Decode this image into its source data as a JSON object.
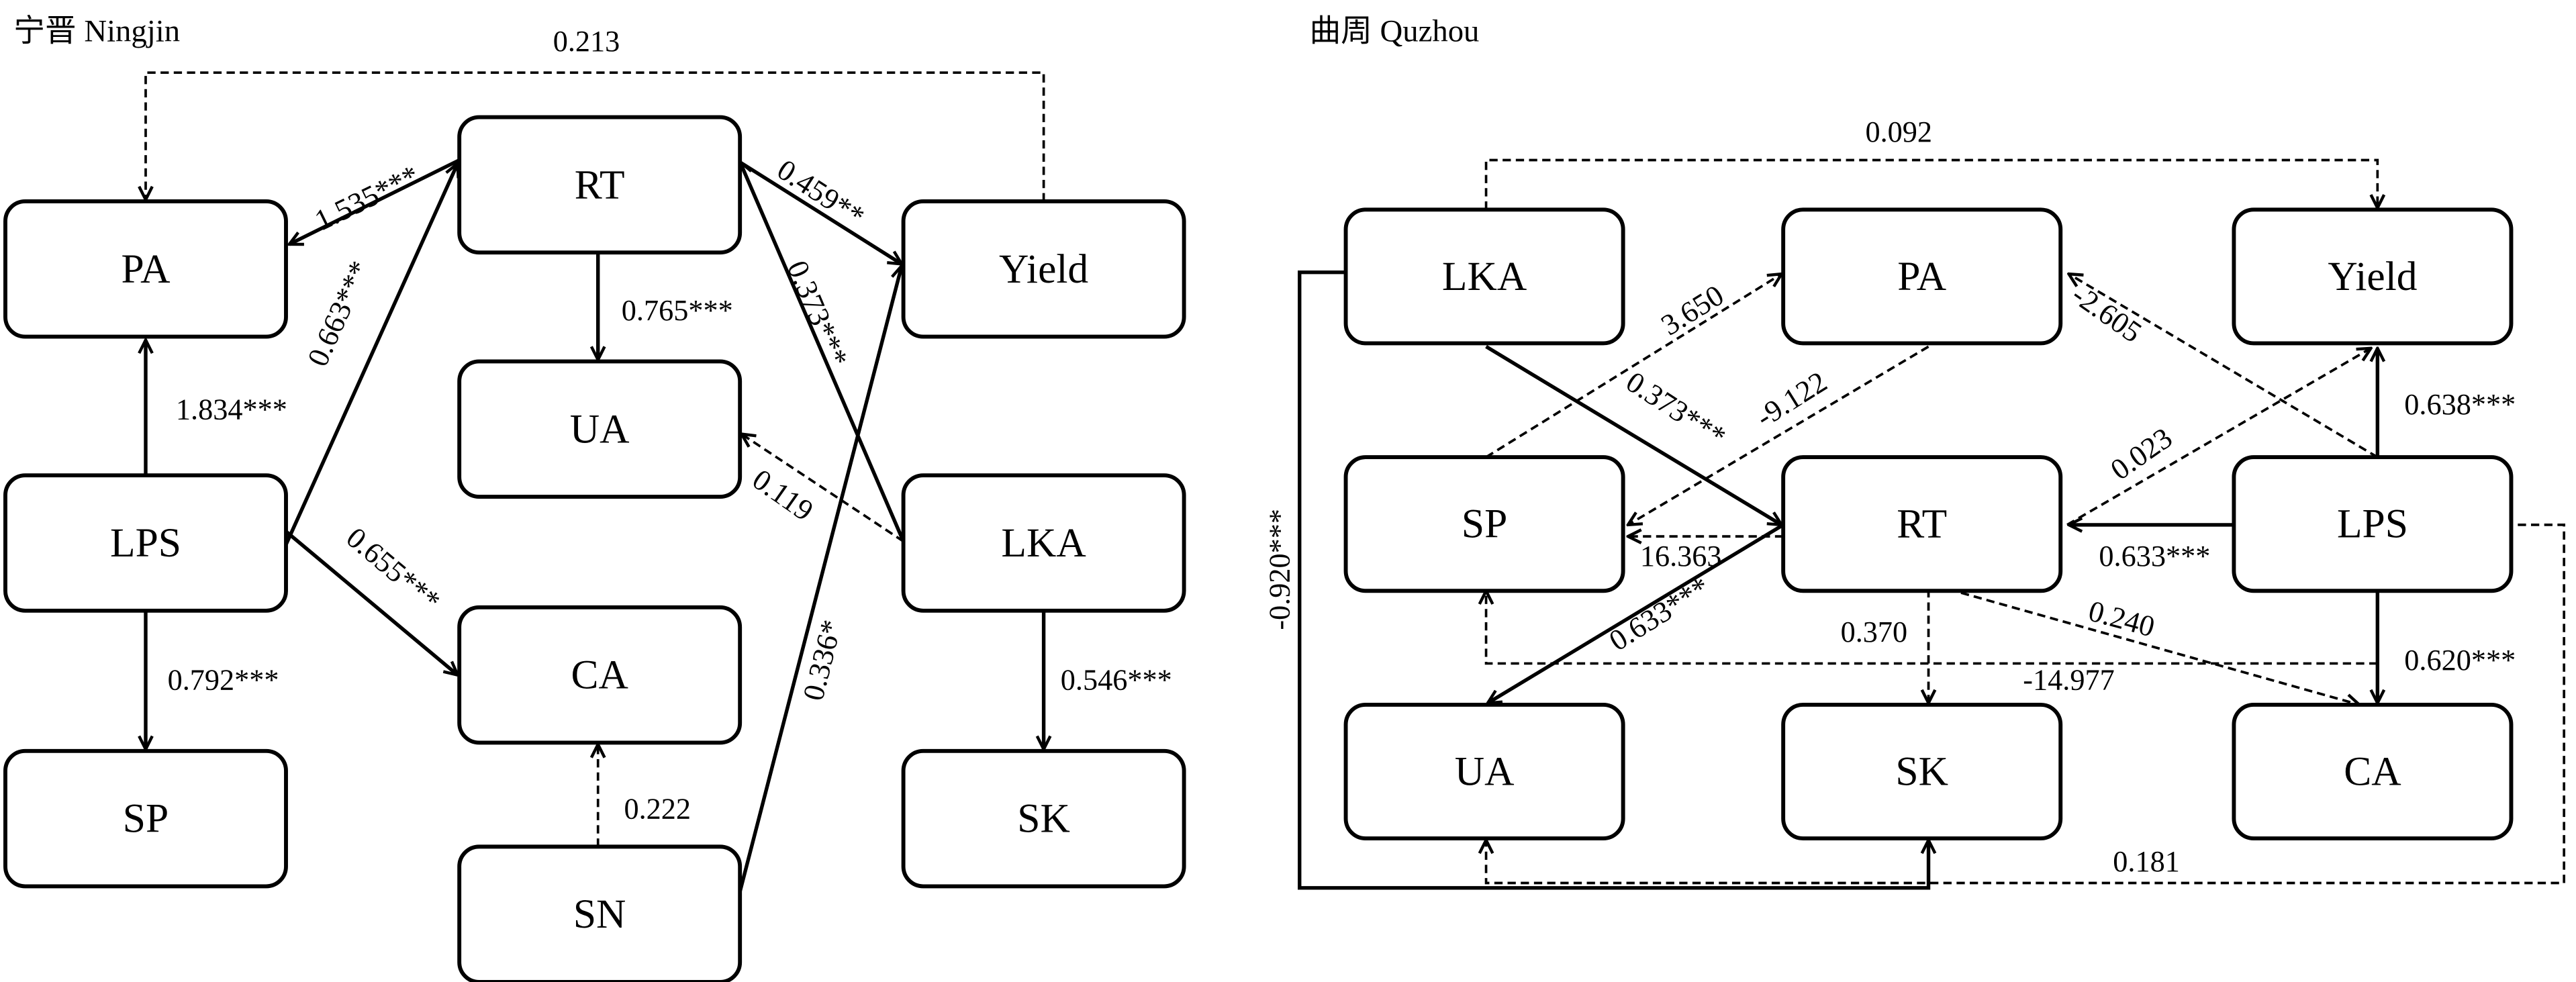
{
  "panels": [
    {
      "title": "宁晋 Ningjin",
      "nodes": {
        "PA": "PA",
        "RT": "RT",
        "Yield": "Yield",
        "UA": "UA",
        "LPS": "LPS",
        "LKA": "LKA",
        "CA": "CA",
        "SP": "SP",
        "SK": "SK",
        "SN": "SN"
      },
      "edges": [
        {
          "from": "Yield",
          "to": "PA",
          "coef": "0.213",
          "significant": false
        },
        {
          "from": "RT",
          "to": "PA",
          "coef": "1.535***",
          "significant": true
        },
        {
          "from": "LPS",
          "to": "RT",
          "coef": "0.663***",
          "significant": true
        },
        {
          "from": "LPS",
          "to": "PA",
          "coef": "1.834***",
          "significant": true
        },
        {
          "from": "LPS",
          "to": "CA",
          "coef": "0.655***",
          "significant": true
        },
        {
          "from": "LPS",
          "to": "SP",
          "coef": "0.792***",
          "significant": true
        },
        {
          "from": "RT",
          "to": "UA",
          "coef": "0.765***",
          "significant": true
        },
        {
          "from": "RT",
          "to": "Yield",
          "coef": "0.459**",
          "significant": true
        },
        {
          "from": "LKA",
          "to": "RT",
          "coef": "0.373***",
          "significant": true
        },
        {
          "from": "LKA",
          "to": "UA",
          "coef": "0.119",
          "significant": false
        },
        {
          "from": "SN",
          "to": "CA",
          "coef": "0.222",
          "significant": false
        },
        {
          "from": "SN",
          "to": "Yield",
          "coef": "0.336*",
          "significant": true
        },
        {
          "from": "LKA",
          "to": "SK",
          "coef": "0.546***",
          "significant": true
        }
      ]
    },
    {
      "title": "曲周 Quzhou",
      "nodes": {
        "LKA": "LKA",
        "PA": "PA",
        "Yield": "Yield",
        "SP": "SP",
        "RT": "RT",
        "LPS": "LPS",
        "UA": "UA",
        "SK": "SK",
        "CA": "CA"
      },
      "edges": [
        {
          "from": "LKA",
          "to": "Yield",
          "coef": "0.092",
          "significant": false
        },
        {
          "from": "LKA",
          "to": "SK",
          "coef": "-0.920***",
          "significant": true
        },
        {
          "from": "LKA",
          "to": "RT",
          "coef": "0.373***",
          "significant": true
        },
        {
          "from": "SP",
          "to": "PA",
          "coef": "3.650",
          "significant": false
        },
        {
          "from": "PA",
          "to": "SP",
          "coef": "-9.122",
          "significant": false
        },
        {
          "from": "RT",
          "to": "SP",
          "coef": "16.363",
          "significant": false
        },
        {
          "from": "RT",
          "to": "UA",
          "coef": "0.633***",
          "significant": true
        },
        {
          "from": "LPS",
          "to": "PA",
          "coef": "-2.605",
          "significant": false
        },
        {
          "from": "LPS",
          "to": "Yield",
          "coef": "0.638***",
          "significant": true
        },
        {
          "from": "RT",
          "to": "Yield",
          "coef": "0.023",
          "significant": false
        },
        {
          "from": "LPS",
          "to": "RT",
          "coef": "0.633***",
          "significant": true
        },
        {
          "from": "RT",
          "to": "SK",
          "coef": "0.370",
          "significant": false
        },
        {
          "from": "RT",
          "to": "CA",
          "coef": "0.240",
          "significant": false
        },
        {
          "from": "LPS",
          "to": "CA",
          "coef": "0.620***",
          "significant": true
        },
        {
          "from": "LPS",
          "to": "SP",
          "coef": "-14.977",
          "significant": false
        },
        {
          "from": "LPS",
          "to": "UA",
          "coef": "0.181",
          "significant": false
        }
      ]
    }
  ]
}
